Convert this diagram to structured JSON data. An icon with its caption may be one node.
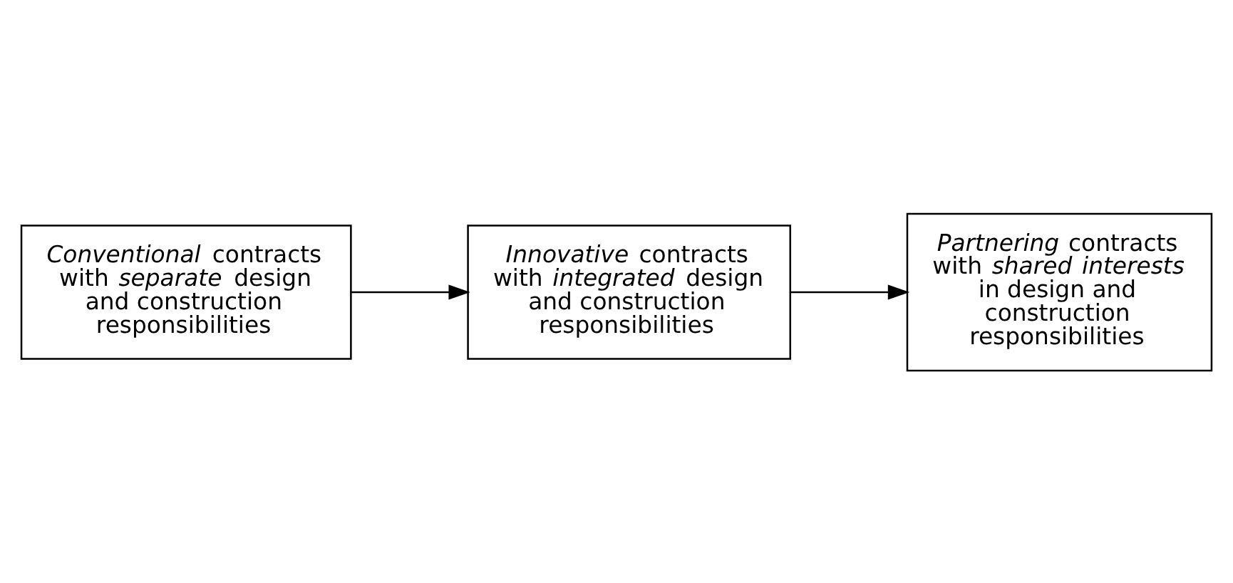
{
  "diagram": {
    "nodes": [
      {
        "text": [
          "*Conventional* contracts with *separate* design and construction responsibilities"
        ]
      },
      {
        "text": [
          "*Innovative* contracts with *integrated* design and construction responsibilities"
        ]
      },
      {
        "text": [
          "*Partnering* contracts with *shared interests* in design and construction responsibilities"
        ]
      }
    ],
    "edges": [
      {
        "from": 0,
        "to": 1,
        "arrow": "to"
      },
      {
        "from": 1,
        "to": 2,
        "arrow": "to"
      }
    ]
  }
}
